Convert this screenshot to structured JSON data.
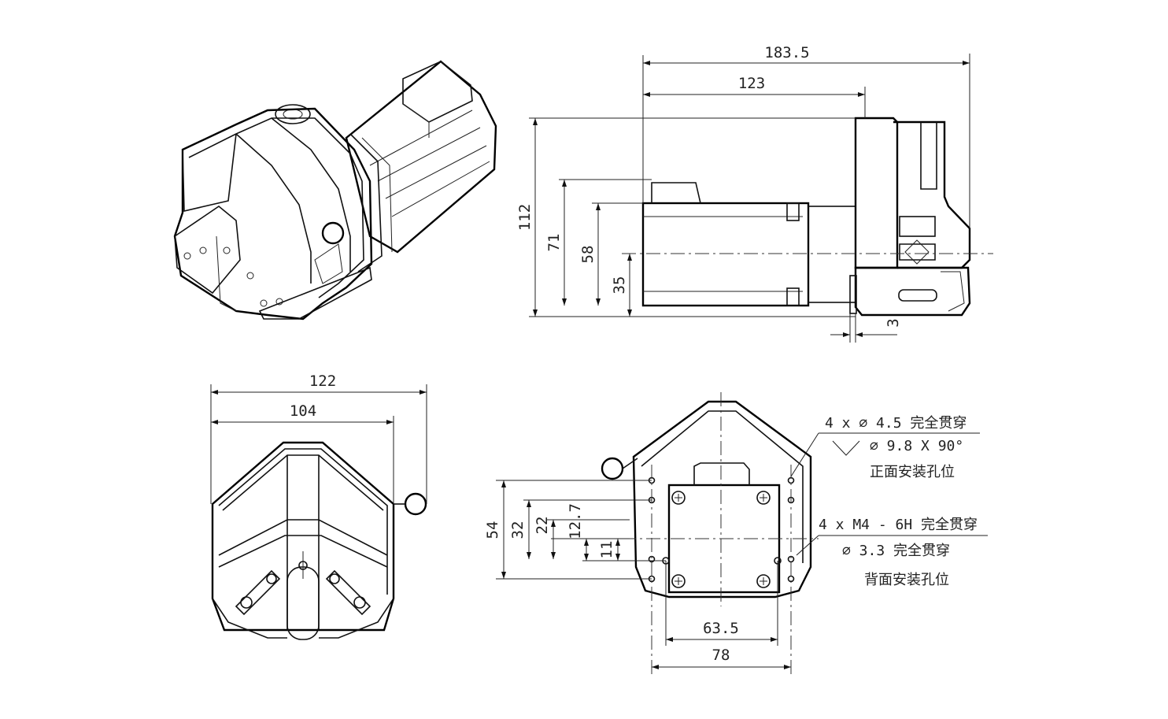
{
  "colors": {
    "line": "#111111",
    "background": "#ffffff"
  },
  "dimensions": {
    "side_overall_length": "183.5",
    "side_motor_length": "123",
    "side_height_112": "112",
    "side_height_71": "71",
    "side_height_58": "58",
    "side_height_35": "35",
    "side_offset_3": "3",
    "front_width_122": "122",
    "front_width_104": "104",
    "rear_height_54": "54",
    "rear_height_32": "32",
    "rear_height_22": "22",
    "rear_height_12_7": "12.7",
    "rear_height_11": "11",
    "rear_width_63_5": "63.5",
    "rear_width_78": "78"
  },
  "notes": {
    "front_holes_line1": "4 x  ∅  4.5 完全贯穿",
    "front_holes_line2": "∅  9.8 X 90°",
    "front_holes_line3": "正面安装孔位",
    "rear_holes_line1": "4 x  M4 - 6H 完全贯穿",
    "rear_holes_line2": "∅  3.3 完全贯穿",
    "rear_holes_line3": "背面安装孔位"
  }
}
